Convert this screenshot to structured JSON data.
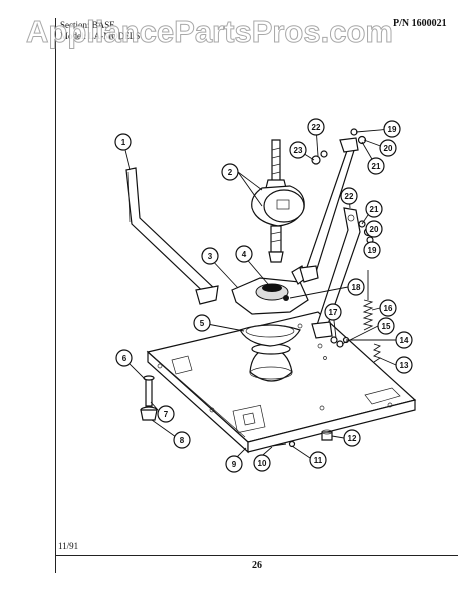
{
  "watermark": "AppliancePartsPros.com",
  "header": {
    "section": "Section: BASE",
    "model": "Model: LA-MODELS",
    "part_number": "P/N 1600021"
  },
  "footer": {
    "date": "11/91",
    "page_number": "26"
  },
  "callouts": [
    "1",
    "2",
    "3",
    "4",
    "5",
    "6",
    "7",
    "8",
    "9",
    "10",
    "11",
    "12",
    "13",
    "14",
    "15",
    "16",
    "17",
    "18",
    "19",
    "20",
    "21",
    "22",
    "23",
    "22",
    "21",
    "20",
    "19"
  ]
}
